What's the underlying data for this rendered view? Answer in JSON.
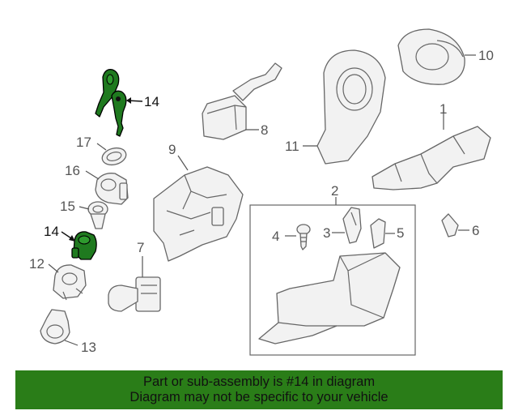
{
  "callouts": {
    "n1": "1",
    "n2": "2",
    "n3": "3",
    "n4": "4",
    "n5": "5",
    "n6": "6",
    "n7": "7",
    "n8": "8",
    "n9": "9",
    "n10": "10",
    "n11": "11",
    "n12": "12",
    "n13": "13",
    "n14_keys": "14",
    "n14_cylinder": "14",
    "n15": "15",
    "n16": "16",
    "n17": "17"
  },
  "banner": {
    "line1": "Part or sub-assembly is #14 in diagram",
    "line2": "Diagram may not be specific to your vehicle"
  },
  "colors": {
    "highlight": "#1f7a1f",
    "banner_bg": "#2a7d18",
    "linework": "#666666"
  }
}
